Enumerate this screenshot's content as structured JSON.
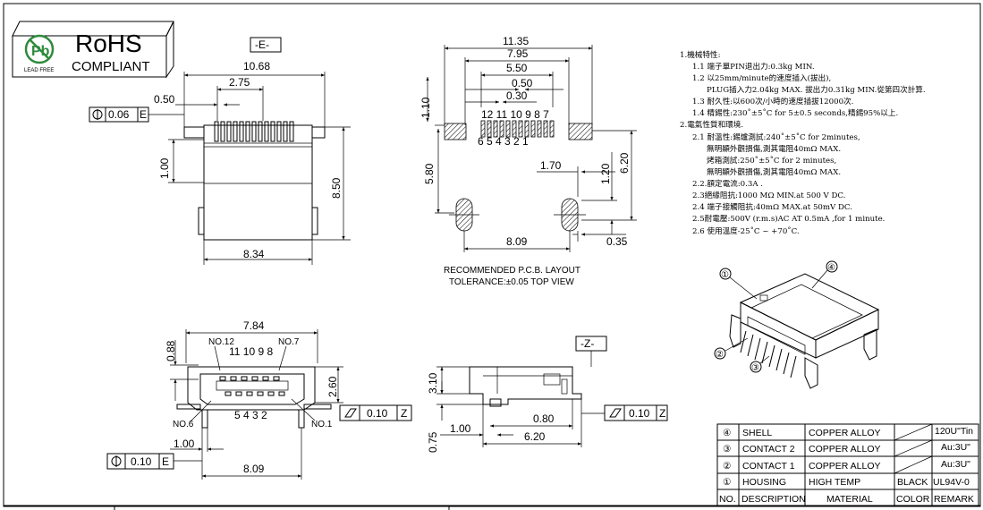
{
  "rohs": {
    "title": "RoHS",
    "subtitle": "COMPLIANT",
    "logo_text": "LEAD FREE",
    "logo_letter": "Pb"
  },
  "view_labels": {
    "e": "-E-",
    "z": "-Z-"
  },
  "top_view": {
    "width_total": "10.68",
    "pitch_span": "2.75",
    "pin_width": "0.50",
    "height_total": "8.50",
    "height_small": "1.00",
    "bottom_width": "8.34",
    "tolerance": "0.06",
    "tol_ref": "E"
  },
  "pcb": {
    "w1": "11.35",
    "w2": "7.95",
    "w3": "5.50",
    "w4": "0.50",
    "w5": "0.30",
    "h_top": "1.10",
    "h_main": "5.80",
    "h_right": "6.20",
    "h_small": "1.20",
    "w_right": "1.70",
    "w_bottom": "8.09",
    "w_hole": "0.35",
    "pins_top": "12 11 10 9  8  7",
    "pins_bottom": "6  5  4  3  2  1",
    "title": "RECOMMENDED  P.C.B.  LAYOUT",
    "tolerance_line": "TOLERANCE:±0.05  TOP  VIEW"
  },
  "front_view": {
    "width": "7.84",
    "h1": "0.88",
    "h2": "2.60",
    "bottom_width": "1.00",
    "total_width": "8.09",
    "pin12": "NO.12",
    "pin7": "NO.7",
    "pin6": "NO.6",
    "pin1": "NO.1",
    "top_nums": "11 10  9   8",
    "bottom_nums": "5  4   3   2",
    "flat_tol": "0.10",
    "flat_ref": "Z",
    "pos_tol": "0.10",
    "pos_ref": "E"
  },
  "side_view": {
    "h1": "3.10",
    "h2": "0.75",
    "w1": "1.00",
    "w2": "0.80",
    "w3": "6.20",
    "flat_tol": "0.10",
    "flat_ref": "Z"
  },
  "notes": [
    "1.機械特性:",
    "1.1 端子單PIN退出力:0.3kg MIN.",
    "1.2 以25mm/minute的速度插入(拔出),",
    "PLUG插入力2.04kg MAX. 拔出力0.31kg MIN.從第四次計算.",
    "1.3 耐久性:以600次/小時的速度插拔12000次.",
    "1.4 精錫性:230˚±5˚C for 5±0.5 seconds,精錫95%以上.",
    "2.電氣性質和環境.",
    "2.1 耐溫性:錫爐測試:240˚±5˚C for 2minutes,",
    "無明顯外觀損傷,測其電阻40mΩ MAX.",
    "烤箱測試:250˚±5˚C for 2 minutes,",
    "無明顯外觀損傷,測其電阻40mΩ MAX.",
    "2.2.額定電流:0.3A .",
    "2.3絕緣阻抗:1000 MΩ MIN.at 500 V  DC.",
    "2.4 端子接觸阻抗:40mΩ MAX.at 50mV DC.",
    "2.5耐電壓:500V (r.m.s)AC AT 0.5mA ,for 1 minute.",
    "2.6 使用溫度-25˚C ~ +70˚C."
  ],
  "callouts": [
    "①",
    "②",
    "③",
    "④"
  ],
  "bom": {
    "header": [
      "NO.",
      "DESCRIPTION",
      "MATERIAL",
      "COLOR",
      "REMARK"
    ],
    "rows": [
      [
        "④",
        "SHELL",
        "COPPER  ALLOY",
        "",
        "120U\"Tin"
      ],
      [
        "③",
        "CONTACT  2",
        "COPPER  ALLOY",
        "",
        "Au:3U\""
      ],
      [
        "②",
        "CONTACT  1",
        "COPPER  ALLOY",
        "",
        "Au:3U\""
      ],
      [
        "①",
        "HOUSING",
        "HIGH  TEMP",
        "BLACK",
        "UL94V-0"
      ]
    ]
  },
  "colors": {
    "logo_green": "#2e8b3c",
    "line": "#000000"
  }
}
